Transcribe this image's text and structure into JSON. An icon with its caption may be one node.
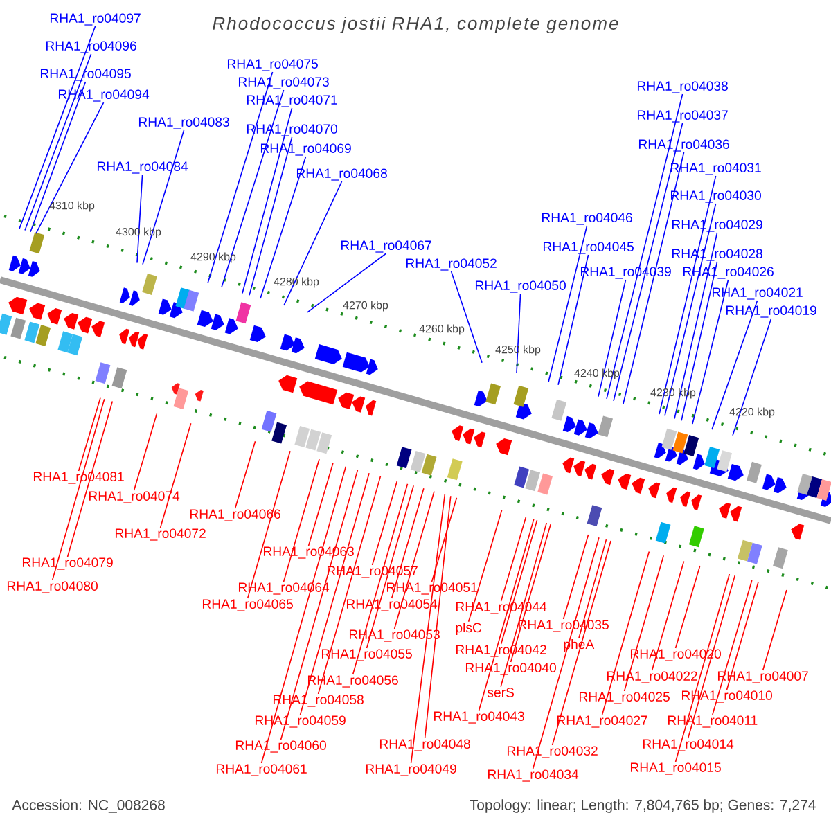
{
  "diagram": {
    "title": "Rhodococcus jostii RHA1, complete genome",
    "nodes": [
      {
        "text": [
          "RHA1_ro04097"
        ]
      },
      {
        "text": [
          "RHA1_ro04096"
        ]
      },
      {
        "text": [
          "RHA1_ro04095"
        ]
      },
      {
        "text": [
          "RHA1_ro04075"
        ]
      },
      {
        "text": [
          "RHA1_ro04073"
        ]
      },
      {
        "text": [
          "RHA1_ro04038"
        ]
      },
      {
        "text": [
          "RHA1_ro04094"
        ]
      },
      {
        "text": [
          "RHA1_ro04071"
        ]
      },
      {
        "text": [
          "RHA1_ro04037"
        ]
      },
      {
        "text": [
          "RHA1_ro04083"
        ]
      },
      {
        "text": [
          "RHA1_ro04070"
        ]
      },
      {
        "text": [
          "RHA1_ro04036"
        ]
      },
      {
        "text": [
          "RHA1_ro04069"
        ]
      },
      {
        "text": [
          "RHA1_ro04084"
        ]
      },
      {
        "text": [
          "RHA1_ro04031"
        ]
      },
      {
        "text": [
          "RHA1_ro04068"
        ]
      },
      {
        "text": [
          "RHA1_ro04030"
        ]
      },
      {
        "text": [
          "RHA1_ro04046"
        ]
      },
      {
        "text": [
          "RHA1_ro04029"
        ]
      },
      {
        "text": [
          "RHA1_ro04067"
        ]
      },
      {
        "text": [
          "RHA1_ro04045"
        ]
      },
      {
        "text": [
          "RHA1_ro04028"
        ]
      },
      {
        "text": [
          "RHA1_ro04052"
        ]
      },
      {
        "text": [
          "RHA1_ro04039"
        ]
      },
      {
        "text": [
          "RHA1_ro04026"
        ]
      },
      {
        "text": [
          "RHA1_ro04050"
        ]
      },
      {
        "text": [
          "RHA1_ro04021"
        ]
      },
      {
        "text": [
          "RHA1_ro04019"
        ]
      },
      {
        "text": [
          "RHA1_ro04081"
        ]
      },
      {
        "text": [
          "RHA1_ro04074"
        ]
      },
      {
        "text": [
          "RHA1_ro04066"
        ]
      },
      {
        "text": [
          "RHA1_ro04072"
        ]
      },
      {
        "text": [
          "RHA1_ro04063"
        ]
      },
      {
        "text": [
          "RHA1_ro04079"
        ]
      },
      {
        "text": [
          "RHA1_ro04057"
        ]
      },
      {
        "text": [
          "RHA1_ro04080"
        ]
      },
      {
        "text": [
          "RHA1_ro04064"
        ]
      },
      {
        "text": [
          "RHA1_ro04051"
        ]
      },
      {
        "text": [
          "RHA1_ro04054"
        ]
      },
      {
        "text": [
          "RHA1_ro04065"
        ]
      },
      {
        "text": [
          "RHA1_ro04044"
        ]
      },
      {
        "text": [
          "RHA1_ro04035"
        ]
      },
      {
        "text": [
          "plsC"
        ]
      },
      {
        "text": [
          "RHA1_ro04053"
        ]
      },
      {
        "text": [
          "pheA"
        ]
      },
      {
        "text": [
          "RHA1_ro04042"
        ]
      },
      {
        "text": [
          "RHA1_ro04055"
        ]
      },
      {
        "text": [
          "RHA1_ro04020"
        ]
      },
      {
        "text": [
          "RHA1_ro04040"
        ]
      },
      {
        "text": [
          "RHA1_ro04007"
        ]
      },
      {
        "text": [
          "RHA1_ro04022"
        ]
      },
      {
        "text": [
          "RHA1_ro04056"
        ]
      },
      {
        "text": [
          "serS"
        ]
      },
      {
        "text": [
          "RHA1_ro04010"
        ]
      },
      {
        "text": [
          "RHA1_ro04025"
        ]
      },
      {
        "text": [
          "RHA1_ro04058"
        ]
      },
      {
        "text": [
          "RHA1_ro04043"
        ]
      },
      {
        "text": [
          "RHA1_ro04027"
        ]
      },
      {
        "text": [
          "RHA1_ro04011"
        ]
      },
      {
        "text": [
          "RHA1_ro04059"
        ]
      },
      {
        "text": [
          "RHA1_ro04048"
        ]
      },
      {
        "text": [
          "RHA1_ro04014"
        ]
      },
      {
        "text": [
          "RHA1_ro04060"
        ]
      },
      {
        "text": [
          "RHA1_ro04032"
        ]
      },
      {
        "text": [
          "RHA1_ro04061"
        ]
      },
      {
        "text": [
          "RHA1_ro04049"
        ]
      },
      {
        "text": [
          "RHA1_ro04015"
        ]
      },
      {
        "text": [
          "RHA1_ro04034"
        ]
      }
    ],
    "edges": [
      {
        "from": 0,
        "to": null,
        "arrow": "none",
        "color": "#0000ff"
      },
      {
        "from": 1,
        "to": null,
        "arrow": "none",
        "color": "#0000ff"
      },
      {
        "from": 2,
        "to": null,
        "arrow": "none",
        "color": "#0000ff"
      },
      {
        "from": 3,
        "to": null,
        "arrow": "none",
        "color": "#0000ff"
      },
      {
        "from": 4,
        "to": null,
        "arrow": "none",
        "color": "#0000ff"
      },
      {
        "from": 5,
        "to": null,
        "arrow": "none",
        "color": "#0000ff"
      },
      {
        "from": 6,
        "to": null,
        "arrow": "none",
        "color": "#0000ff"
      },
      {
        "from": 7,
        "to": null,
        "arrow": "none",
        "color": "#0000ff"
      },
      {
        "from": 8,
        "to": null,
        "arrow": "none",
        "color": "#0000ff"
      },
      {
        "from": 9,
        "to": null,
        "arrow": "none",
        "color": "#0000ff"
      },
      {
        "from": 10,
        "to": null,
        "arrow": "none",
        "color": "#0000ff"
      },
      {
        "from": 11,
        "to": null,
        "arrow": "none",
        "color": "#0000ff"
      },
      {
        "from": 12,
        "to": null,
        "arrow": "none",
        "color": "#0000ff"
      },
      {
        "from": 13,
        "to": null,
        "arrow": "none",
        "color": "#0000ff"
      },
      {
        "from": 14,
        "to": null,
        "arrow": "none",
        "color": "#0000ff"
      },
      {
        "from": 15,
        "to": null,
        "arrow": "none",
        "color": "#0000ff"
      },
      {
        "from": 16,
        "to": null,
        "arrow": "none",
        "color": "#0000ff"
      },
      {
        "from": 17,
        "to": null,
        "arrow": "none",
        "color": "#0000ff"
      },
      {
        "from": 18,
        "to": null,
        "arrow": "none",
        "color": "#0000ff"
      },
      {
        "from": 19,
        "to": null,
        "arrow": "none",
        "color": "#0000ff"
      },
      {
        "from": 20,
        "to": null,
        "arrow": "none",
        "color": "#0000ff"
      },
      {
        "from": 21,
        "to": null,
        "arrow": "none",
        "color": "#0000ff"
      },
      {
        "from": 22,
        "to": null,
        "arrow": "none",
        "color": "#0000ff"
      },
      {
        "from": 23,
        "to": null,
        "arrow": "none",
        "color": "#0000ff"
      },
      {
        "from": 24,
        "to": null,
        "arrow": "none",
        "color": "#0000ff"
      },
      {
        "from": 25,
        "to": null,
        "arrow": "none",
        "color": "#0000ff"
      },
      {
        "from": 26,
        "to": null,
        "arrow": "none",
        "color": "#0000ff"
      },
      {
        "from": 27,
        "to": null,
        "arrow": "none",
        "color": "#0000ff"
      },
      {
        "from": 28,
        "to": null,
        "arrow": "none"
      },
      {
        "from": 29,
        "to": null,
        "arrow": "none"
      },
      {
        "from": 30,
        "to": null,
        "arrow": "none"
      },
      {
        "from": 31,
        "to": null,
        "arrow": "none"
      },
      {
        "from": 32,
        "to": null,
        "arrow": "none"
      },
      {
        "from": 33,
        "to": null,
        "arrow": "none"
      },
      {
        "from": 34,
        "to": null,
        "arrow": "none"
      },
      {
        "from": 35,
        "to": null,
        "arrow": "none"
      },
      {
        "from": 36,
        "to": null,
        "arrow": "none"
      },
      {
        "from": 37,
        "to": null,
        "arrow": "none"
      },
      {
        "from": 38,
        "to": null,
        "arrow": "none"
      },
      {
        "from": 39,
        "to": null,
        "arrow": "none"
      },
      {
        "from": 40,
        "to": null,
        "arrow": "none"
      },
      {
        "from": 41,
        "to": null,
        "arrow": "none"
      },
      {
        "from": 42,
        "to": null,
        "arrow": "none"
      },
      {
        "from": 43,
        "to": null,
        "arrow": "none"
      },
      {
        "from": 44,
        "to": null,
        "arrow": "none"
      },
      {
        "from": 45,
        "to": null,
        "arrow": "none"
      },
      {
        "from": 46,
        "to": null,
        "arrow": "none"
      },
      {
        "from": 47,
        "to": null,
        "arrow": "none"
      },
      {
        "from": 48,
        "to": null,
        "arrow": "none"
      },
      {
        "from": 49,
        "to": null,
        "arrow": "none"
      },
      {
        "from": 50,
        "to": null,
        "arrow": "none"
      },
      {
        "from": 51,
        "to": null,
        "arrow": "none"
      },
      {
        "from": 52,
        "to": null,
        "arrow": "none"
      },
      {
        "from": 53,
        "to": null,
        "arrow": "none"
      },
      {
        "from": 54,
        "to": null,
        "arrow": "none"
      },
      {
        "from": 55,
        "to": null,
        "arrow": "none"
      },
      {
        "from": 56,
        "to": null,
        "arrow": "none"
      },
      {
        "from": 57,
        "to": null,
        "arrow": "none"
      },
      {
        "from": 58,
        "to": null,
        "arrow": "none"
      },
      {
        "from": 59,
        "to": null,
        "arrow": "none"
      },
      {
        "from": 60,
        "to": null,
        "arrow": "none"
      },
      {
        "from": 61,
        "to": null,
        "arrow": "none"
      },
      {
        "from": 62,
        "to": null,
        "arrow": "none"
      },
      {
        "from": 63,
        "to": null,
        "arrow": "none"
      },
      {
        "from": 64,
        "to": null,
        "arrow": "none"
      },
      {
        "from": 65,
        "to": null,
        "arrow": "none"
      },
      {
        "from": 66,
        "to": null,
        "arrow": "none"
      },
      {
        "from": 67,
        "to": null,
        "arrow": "none"
      }
    ],
    "labels": [
      "4310 kbp",
      "4300 kbp",
      "4290 kbp",
      "4280 kbp",
      "4270 kbp",
      "4260 kbp",
      "4250 kbp",
      "4240 kbp",
      "4230 kbp",
      "4220 kbp",
      "Accession: NC_008268",
      "Topology: linear; Length: 7,804,765 bp; Genes: 7,274"
    ]
  }
}
